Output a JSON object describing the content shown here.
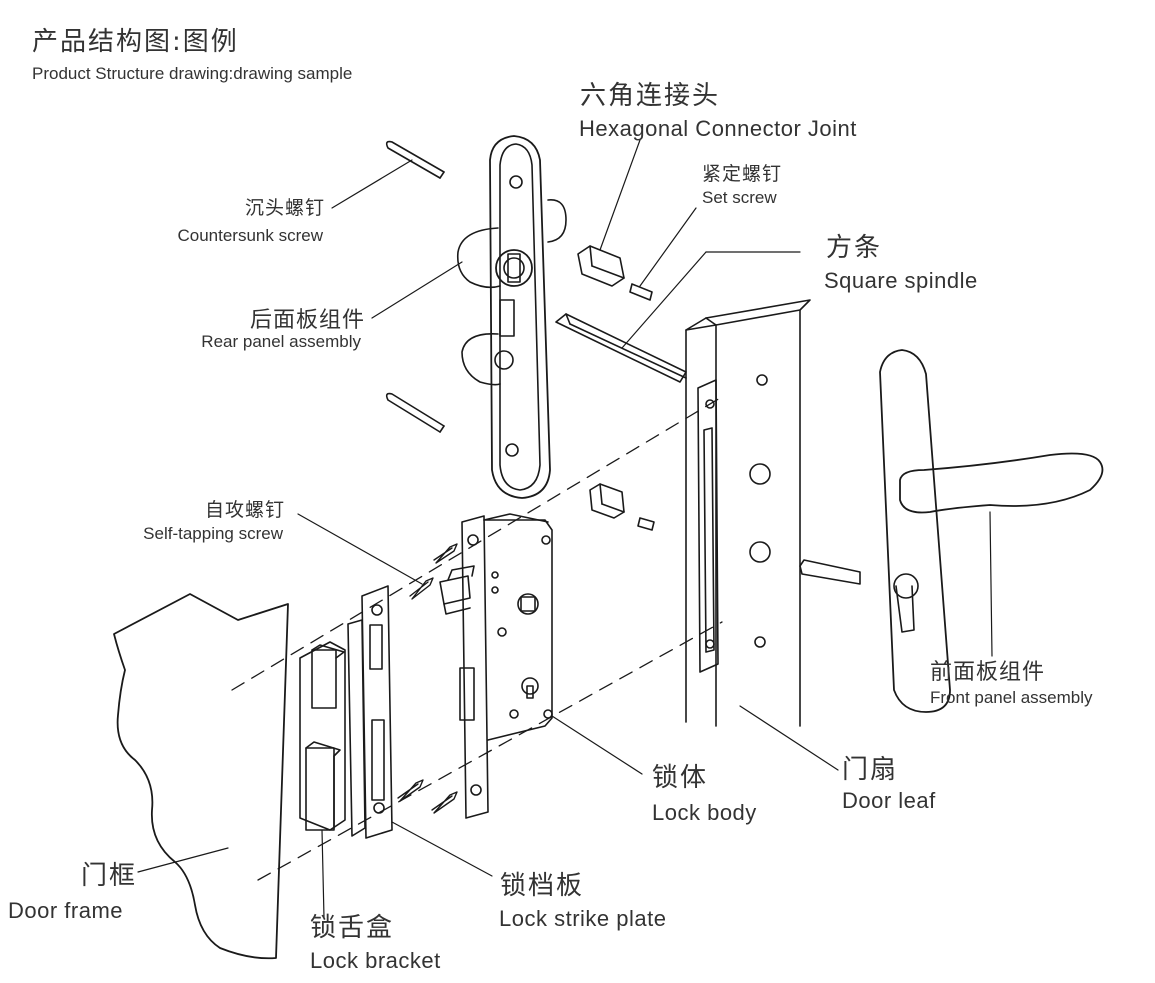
{
  "header": {
    "title_cn": "产品结构图:图例",
    "title_en": "Product Structure drawing:drawing sample"
  },
  "labels": {
    "hex_joint": {
      "cn": "六角连接头",
      "en": "Hexagonal Connector Joint"
    },
    "set_screw": {
      "cn": "紧定螺钉",
      "en": "Set screw"
    },
    "square_spindle": {
      "cn": "方条",
      "en": "Square spindle"
    },
    "countersunk_screw": {
      "cn": "沉头螺钉",
      "en": "Countersunk screw"
    },
    "rear_panel": {
      "cn": "后面板组件",
      "en": "Rear panel assembly"
    },
    "self_tapping_screw": {
      "cn": "自攻螺钉",
      "en": "Self-tapping screw"
    },
    "front_panel": {
      "cn": "前面板组件",
      "en": "Front panel assembly"
    },
    "lock_body": {
      "cn": "锁体",
      "en": "Lock body"
    },
    "door_leaf": {
      "cn": "门扇",
      "en": "Door leaf"
    },
    "lock_strike_plate": {
      "cn": "锁档板",
      "en": "Lock strike plate"
    },
    "door_frame": {
      "cn": "门框",
      "en": "Door frame"
    },
    "lock_bracket": {
      "cn": "锁舌盒",
      "en": "Lock bracket"
    }
  },
  "colors": {
    "line": "#1a1a1a",
    "text": "#333333",
    "background": "#ffffff"
  }
}
